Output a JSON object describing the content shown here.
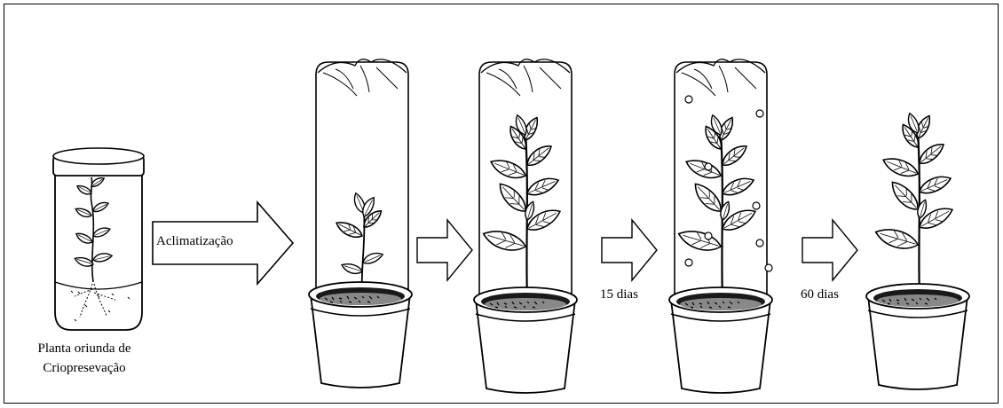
{
  "diagram": {
    "origin_label_line1": "Planta oriunda de",
    "origin_label_line2": "Criopresevação",
    "step1_label": "Aclimatização",
    "step3_label": "15 dias",
    "step4_label": "60 dias"
  },
  "colors": {
    "line": "#000000",
    "background": "#ffffff",
    "soil": "#111111"
  },
  "icons": [
    "jar-icon",
    "plant-icon",
    "dome-icon",
    "pot-icon",
    "arrow-right-icon",
    "droplet-icon"
  ]
}
